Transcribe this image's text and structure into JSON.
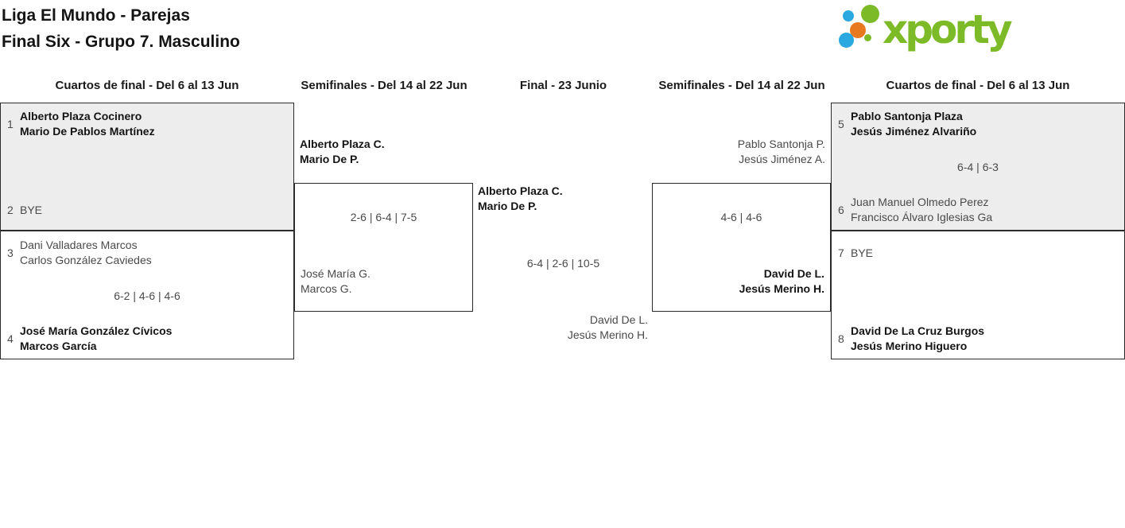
{
  "header": {
    "title_line1": "Liga El Mundo - Parejas",
    "title_line2": "Final Six - Grupo 7. Masculino",
    "logo_text": "xporty",
    "logo_colors": {
      "green": "#7cbb27",
      "blue": "#29a9e0",
      "orange": "#e8791f"
    }
  },
  "columns": {
    "qf_left": "Cuartos de final - Del 6 al 13 Jun",
    "sf_left": "Semifinales - Del 14 al 22 Jun",
    "final": "Final - 23 Junio",
    "sf_right": "Semifinales - Del 14 al 22 Jun",
    "qf_right": "Cuartos de final - Del 6 al 13 Jun"
  },
  "bracket": {
    "qf_left_1": {
      "seed1": "1",
      "team1_l1": "Alberto Plaza Cocinero",
      "team1_l2": "Mario De Pablos Martínez",
      "seed2": "2",
      "team2_l1": "BYE",
      "team2_l2": "",
      "score": ""
    },
    "qf_left_2": {
      "seed1": "3",
      "team1_l1": "Dani Valladares Marcos",
      "team1_l2": "Carlos González Caviedes",
      "score": "6-2 | 4-6 | 4-6",
      "seed2": "4",
      "team2_l1": "José María González Cívicos",
      "team2_l2": "Marcos García"
    },
    "sf_left": {
      "team_top_l1": "Alberto Plaza C.",
      "team_top_l2": "Mario De P.",
      "score": "2-6 | 6-4 | 7-5",
      "team_bottom_l1": "José María G.",
      "team_bottom_l2": "Marcos G."
    },
    "final": {
      "team_top_l1": "Alberto Plaza C.",
      "team_top_l2": "Mario De P.",
      "score": "6-4 | 2-6 | 10-5",
      "team_bottom_l1": "David De L.",
      "team_bottom_l2": "Jesús Merino H."
    },
    "sf_right": {
      "team_top_l1": "Pablo Santonja P.",
      "team_top_l2": "Jesús Jiménez A.",
      "score": "4-6 | 4-6",
      "team_bottom_l1": "David De L.",
      "team_bottom_l2": "Jesús Merino H."
    },
    "qf_right_1": {
      "seed1": "5",
      "team1_l1": "Pablo Santonja Plaza",
      "team1_l2": "Jesús Jiménez Alvariño",
      "score": "6-4 | 6-3",
      "seed2": "6",
      "team2_l1": "Juan Manuel Olmedo Perez",
      "team2_l2": "Francisco Álvaro Iglesias Ga"
    },
    "qf_right_2": {
      "seed1": "7",
      "team1_l1": "BYE",
      "team1_l2": "",
      "seed2": "8",
      "team2_l1": "David De La Cruz Burgos",
      "team2_l2": "Jesús Merino Higuero"
    }
  }
}
